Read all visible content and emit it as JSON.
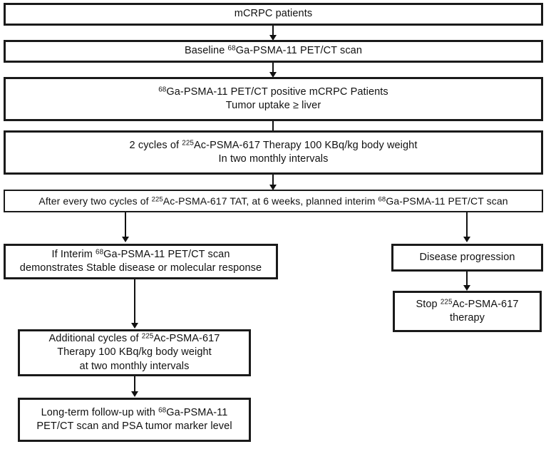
{
  "diagram": {
    "title": "mCRPC 225Ac-PSMA-617 therapy treatment flowchart",
    "type": "flowchart",
    "orientation": "top-to-bottom",
    "line_color": "#111111",
    "box_fill": "#ffffff"
  },
  "nodes": {
    "n1": {
      "id": "mcrpc-patients",
      "lines": [
        "mCRPC patients"
      ]
    },
    "n2": {
      "id": "baseline-petct",
      "prefix": "Baseline ",
      "sup": "68",
      "suffix": "Ga-PSMA-11 PET/CT scan"
    },
    "n3": {
      "id": "petct-positive",
      "sup": "68",
      "line1_suffix": "Ga-PSMA-11 PET/CT  positive mCRPC Patients",
      "line2": "Tumor  uptake ≥ liver"
    },
    "n4": {
      "id": "two-cycles-therapy",
      "prefix": "2 cycles of  ",
      "sup": "225",
      "line1_suffix": "Ac-PSMA-617 Therapy  100 KBq/kg body weight",
      "line2": "In two monthly  intervals"
    },
    "n5": {
      "id": "interim-scan-plan",
      "prefix": "After every two cycles of ",
      "sup1": "225",
      "mid": "Ac-PSMA-617 TAT, at 6 weeks, planned interim ",
      "sup2": "68",
      "suffix": "Ga-PSMA-11 PET/CT scan"
    },
    "n6": {
      "id": "stable-or-response",
      "prefix": "If Interim  ",
      "sup": "68",
      "line1_suffix": "Ga-PSMA-11 PET/CT scan",
      "line2": "demonstrates Stable disease or molecular  response"
    },
    "n7": {
      "id": "disease-progression",
      "lines": [
        "Disease progression"
      ]
    },
    "n8": {
      "id": "stop-therapy",
      "prefix": "Stop ",
      "sup": "225",
      "line1_suffix": "Ac-PSMA-617",
      "line2": "therapy"
    },
    "n9": {
      "id": "additional-cycles",
      "prefix": "Additional cycles of  ",
      "sup": "225",
      "line1_suffix": "Ac-PSMA-617",
      "line2": "Therapy  100 KBq/kg body weight",
      "line3": "at two monthly  intervals"
    },
    "n10": {
      "id": "long-term-followup",
      "prefix": "Long-term follow-up with ",
      "sup": "68",
      "line1_suffix": "Ga-PSMA-11",
      "line2": "PET/CT scan and PSA tumor marker level"
    }
  },
  "edges": [
    {
      "from": "mcrpc-patients",
      "to": "baseline-petct"
    },
    {
      "from": "baseline-petct",
      "to": "petct-positive"
    },
    {
      "from": "petct-positive",
      "to": "two-cycles-therapy"
    },
    {
      "from": "two-cycles-therapy",
      "to": "interim-scan-plan"
    },
    {
      "from": "interim-scan-plan",
      "to": "stable-or-response"
    },
    {
      "from": "interim-scan-plan",
      "to": "disease-progression"
    },
    {
      "from": "disease-progression",
      "to": "stop-therapy"
    },
    {
      "from": "stable-or-response",
      "to": "additional-cycles"
    },
    {
      "from": "additional-cycles",
      "to": "long-term-followup"
    }
  ]
}
